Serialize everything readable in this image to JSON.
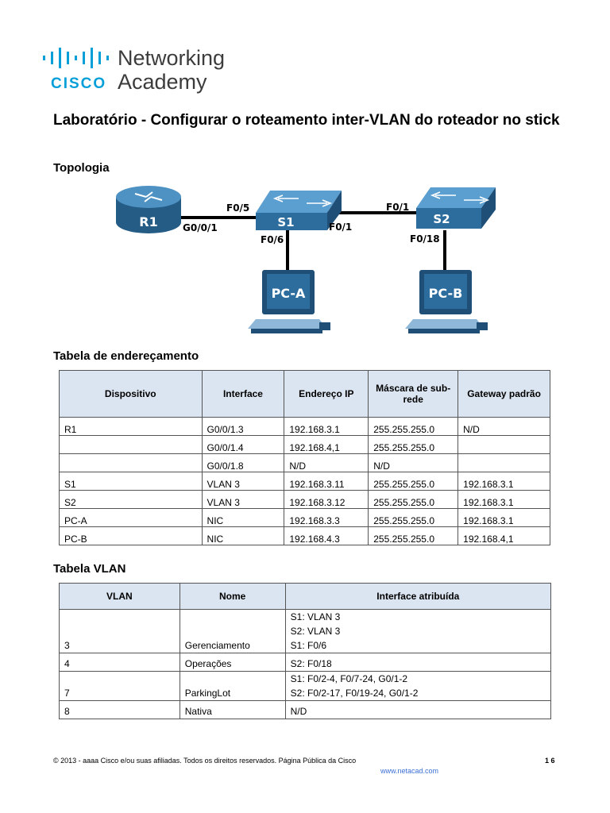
{
  "logo": {
    "line1": "Networking",
    "cisco": "CISCO",
    "line2": "Academy"
  },
  "title": "Laboratório - Configurar o roteamento inter-VLAN do roteador no stick",
  "sections": {
    "topology": "Topologia",
    "addressing": "Tabela de endereçamento",
    "vlan": "Tabela VLAN"
  },
  "topology": {
    "devices": {
      "r1": "R1",
      "s1": "S1",
      "s2": "S2",
      "pca": "PC-A",
      "pcb": "PC-B"
    },
    "ports": {
      "r1_g": "G0/0/1",
      "s1_f05": "F0/5",
      "s1_f06": "F0/6",
      "s1_f01": "F0/1",
      "s2_f01": "F0/1",
      "s2_f018": "F0/18"
    }
  },
  "addressing_table": {
    "headers": [
      "Dispositivo",
      "Interface",
      "Endereço IP",
      "Máscara de sub-rede",
      "Gateway padrão"
    ],
    "rows": [
      [
        "R1",
        "G0/0/1.3",
        "192.168.3.1",
        "255.255.255.0",
        "N/D"
      ],
      [
        "",
        "G0/0/1.4",
        "192.168.4,1",
        "255.255.255.0",
        ""
      ],
      [
        "",
        "G0/0/1.8",
        "N/D",
        "N/D",
        ""
      ],
      [
        "S1",
        "VLAN 3",
        "192.168.3.11",
        "255.255.255.0",
        "192.168.3.1"
      ],
      [
        "S2",
        "VLAN 3",
        "192.168.3.12",
        "255.255.255.0",
        "192.168.3.1"
      ],
      [
        "PC-A",
        "NIC",
        "192.168.3.3",
        "255.255.255.0",
        "192.168.3.1"
      ],
      [
        "PC-B",
        "NIC",
        "192.168.4.3",
        "255.255.255.0",
        "192.168.4,1"
      ]
    ]
  },
  "vlan_table": {
    "headers": [
      "VLAN",
      "Nome",
      "Interface atribuída"
    ],
    "rows": [
      {
        "vlan": "3",
        "name": "Gerenciamento",
        "interfaces": [
          "S1: VLAN 3",
          "S2: VLAN 3",
          "S1: F0/6"
        ]
      },
      {
        "vlan": "4",
        "name": "Operações",
        "interfaces": [
          "S2: F0/18"
        ]
      },
      {
        "vlan": "7",
        "name": "ParkingLot",
        "interfaces": [
          "S1: F0/2-4, F0/7-24, G0/1-2",
          "S2: F0/2-17, F0/19-24, G0/1-2"
        ]
      },
      {
        "vlan": "8",
        "name": "Nativa",
        "interfaces": [
          "N/D"
        ]
      }
    ]
  },
  "footer": {
    "text": "© 2013 - aaaa Cisco e/ou suas afiliadas. Todos os direitos reservados. Página Pública da Cisco",
    "link": "www.netacad.com",
    "page": "1 6"
  },
  "colors": {
    "cisco_blue": "#049fd9",
    "device_blue": "#2d6d9e",
    "header_fill": "#dbe5f1"
  }
}
